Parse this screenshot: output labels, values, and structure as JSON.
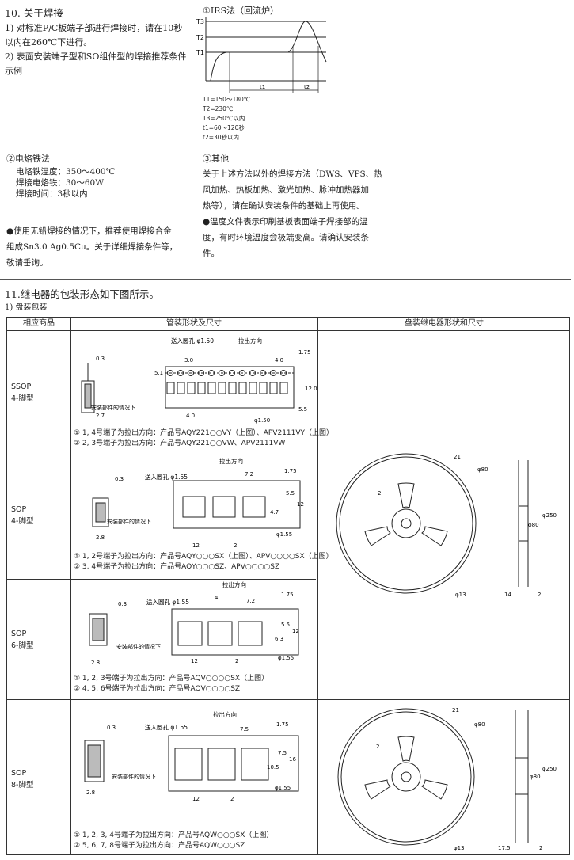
{
  "sec10": {
    "title": "10. 关于焊接",
    "p1_line1": "1) 对标准P/C板端子部进行焊接时，请在10秒",
    "p1_line2": "以内在260℃下进行。",
    "p2_line1": "2) 表面安装端子型和SO组件型的焊接推荐条件",
    "p2_line2": "示例",
    "irs_title": "①IRS法（回流炉）",
    "irs_labels": {
      "T3": "T3",
      "T2": "T2",
      "T1": "T1",
      "t1": "t1",
      "t2": "t2"
    },
    "irs_conditions": [
      "T1=150～180℃",
      "T2=230℃",
      "T3=250℃以内",
      "t1=60～120秒",
      "t2=30秒以内"
    ],
    "iron_title": "②电烙铁法",
    "iron_lines": [
      "电烙铁温度：350～400℃",
      "焊接电烙铁：30～60W",
      "焊接时间：3秒以内"
    ],
    "other_title": "③其他",
    "other_lines": [
      "关于上述方法以外的焊接方法（DWS、VPS、热",
      "风加热、热板加热、激光加热、脉冲加热器加",
      "热等），请在确认安装条件的基础上再使用。"
    ],
    "leadfree_lines": [
      "●使用无铅焊接的情况下，推荐使用焊接合金",
      "组成Sn3.0 Ag0.5Cu。关于详细焊接条件等，",
      "敬请垂询。"
    ],
    "temp_lines": [
      "●温度文件表示印刷基板表面端子焊接部的温",
      "度，有时环境温度会极端变高。请确认安装条",
      "件。"
    ]
  },
  "sec11": {
    "title": "11.继电器的包装形态如下图所示。",
    "subtitle": "1) 盘装包装",
    "headers": [
      "相应商品",
      "管装形状及尺寸",
      "盘装继电器形状和尺寸"
    ],
    "rows": [
      {
        "product_line1": "SSOP",
        "product_line2": "4-脚型",
        "notes": [
          "① 1, 4号端子为拉出方向：产品号AQY221○○VY（上图）、APV2111VY（上图）",
          "② 2, 3号端子为拉出方向：产品号AQY221○○VW、APV2111VW"
        ],
        "labels": {
          "pull": "拉出方向",
          "hole": "送入圆孔 φ1.50",
          "mount": "安装部件的情况下",
          "d1": "0.3",
          "d2": "3.0",
          "d3": "4.0",
          "d4": "1.75",
          "d5": "12.0",
          "d6": "5.5",
          "d7": "2.7",
          "d8": "4.0",
          "d9": "φ1.50",
          "d10": "5.1"
        }
      },
      {
        "product_line1": "SOP",
        "product_line2": "4-脚型",
        "notes": [
          "① 1, 2号端子为拉出方向：产品号AQY○○○SX（上图）、APV○○○○SX（上图）",
          "② 3, 4号端子为拉出方向：产品号AQY○○○SZ、APV○○○○SZ"
        ],
        "labels": {
          "pull": "拉出方向",
          "hole": "送入圆孔 φ1.55",
          "mount": "安装部件的情况下",
          "d1": "0.3",
          "d2": "7.2",
          "d3": "1.75",
          "d4": "5.5",
          "d5": "12",
          "d6": "4.7",
          "d7": "φ1.55",
          "d8": "2.8",
          "d9": "12",
          "d10": "2"
        }
      },
      {
        "product_line1": "SOP",
        "product_line2": "6-脚型",
        "notes": [
          "① 1, 2, 3号端子为拉出方向：产品号AQV○○○○SX（上图）",
          "② 4, 5, 6号端子为拉出方向：产品号AQV○○○○SZ"
        ],
        "labels": {
          "pull": "拉出方向",
          "hole": "送入圆孔 φ1.55",
          "mount": "安装部件的情况下",
          "d1": "0.3",
          "d2": "7.2",
          "d3": "1.75",
          "d4": "5.5",
          "d5": "12",
          "d6": "6.3",
          "d7": "φ1.55",
          "d8": "2.8",
          "d9": "12",
          "d10": "2",
          "d11": "4"
        }
      },
      {
        "product_line1": "SOP",
        "product_line2": "8-脚型",
        "notes": [
          "① 1, 2, 3, 4号端子为拉出方向：产品号AQW○○○SX（上图）",
          "② 5, 6, 7, 8号端子为拉出方向：产品号AQW○○○SZ"
        ],
        "labels": {
          "pull": "拉出方向",
          "hole": "送入圆孔 φ1.55",
          "mount": "安装部件的情况下",
          "d1": "0.3",
          "d2": "7.5",
          "d3": "1.75",
          "d4": "7.5",
          "d5": "16",
          "d6": "10.5",
          "d7": "φ1.55",
          "d8": "2.8",
          "d9": "12",
          "d10": "2"
        }
      }
    ],
    "reel1": {
      "r21": "21",
      "r80": "φ80",
      "r2": "2",
      "r250": "φ250",
      "r80b": "φ80",
      "r13": "φ13",
      "w14": "14",
      "w2": "2"
    },
    "reel2": {
      "r21": "21",
      "r80": "φ80",
      "r2": "2",
      "r250": "φ250",
      "r80b": "φ80",
      "r13": "φ13",
      "w17": "17.5",
      "w2": "2"
    }
  }
}
